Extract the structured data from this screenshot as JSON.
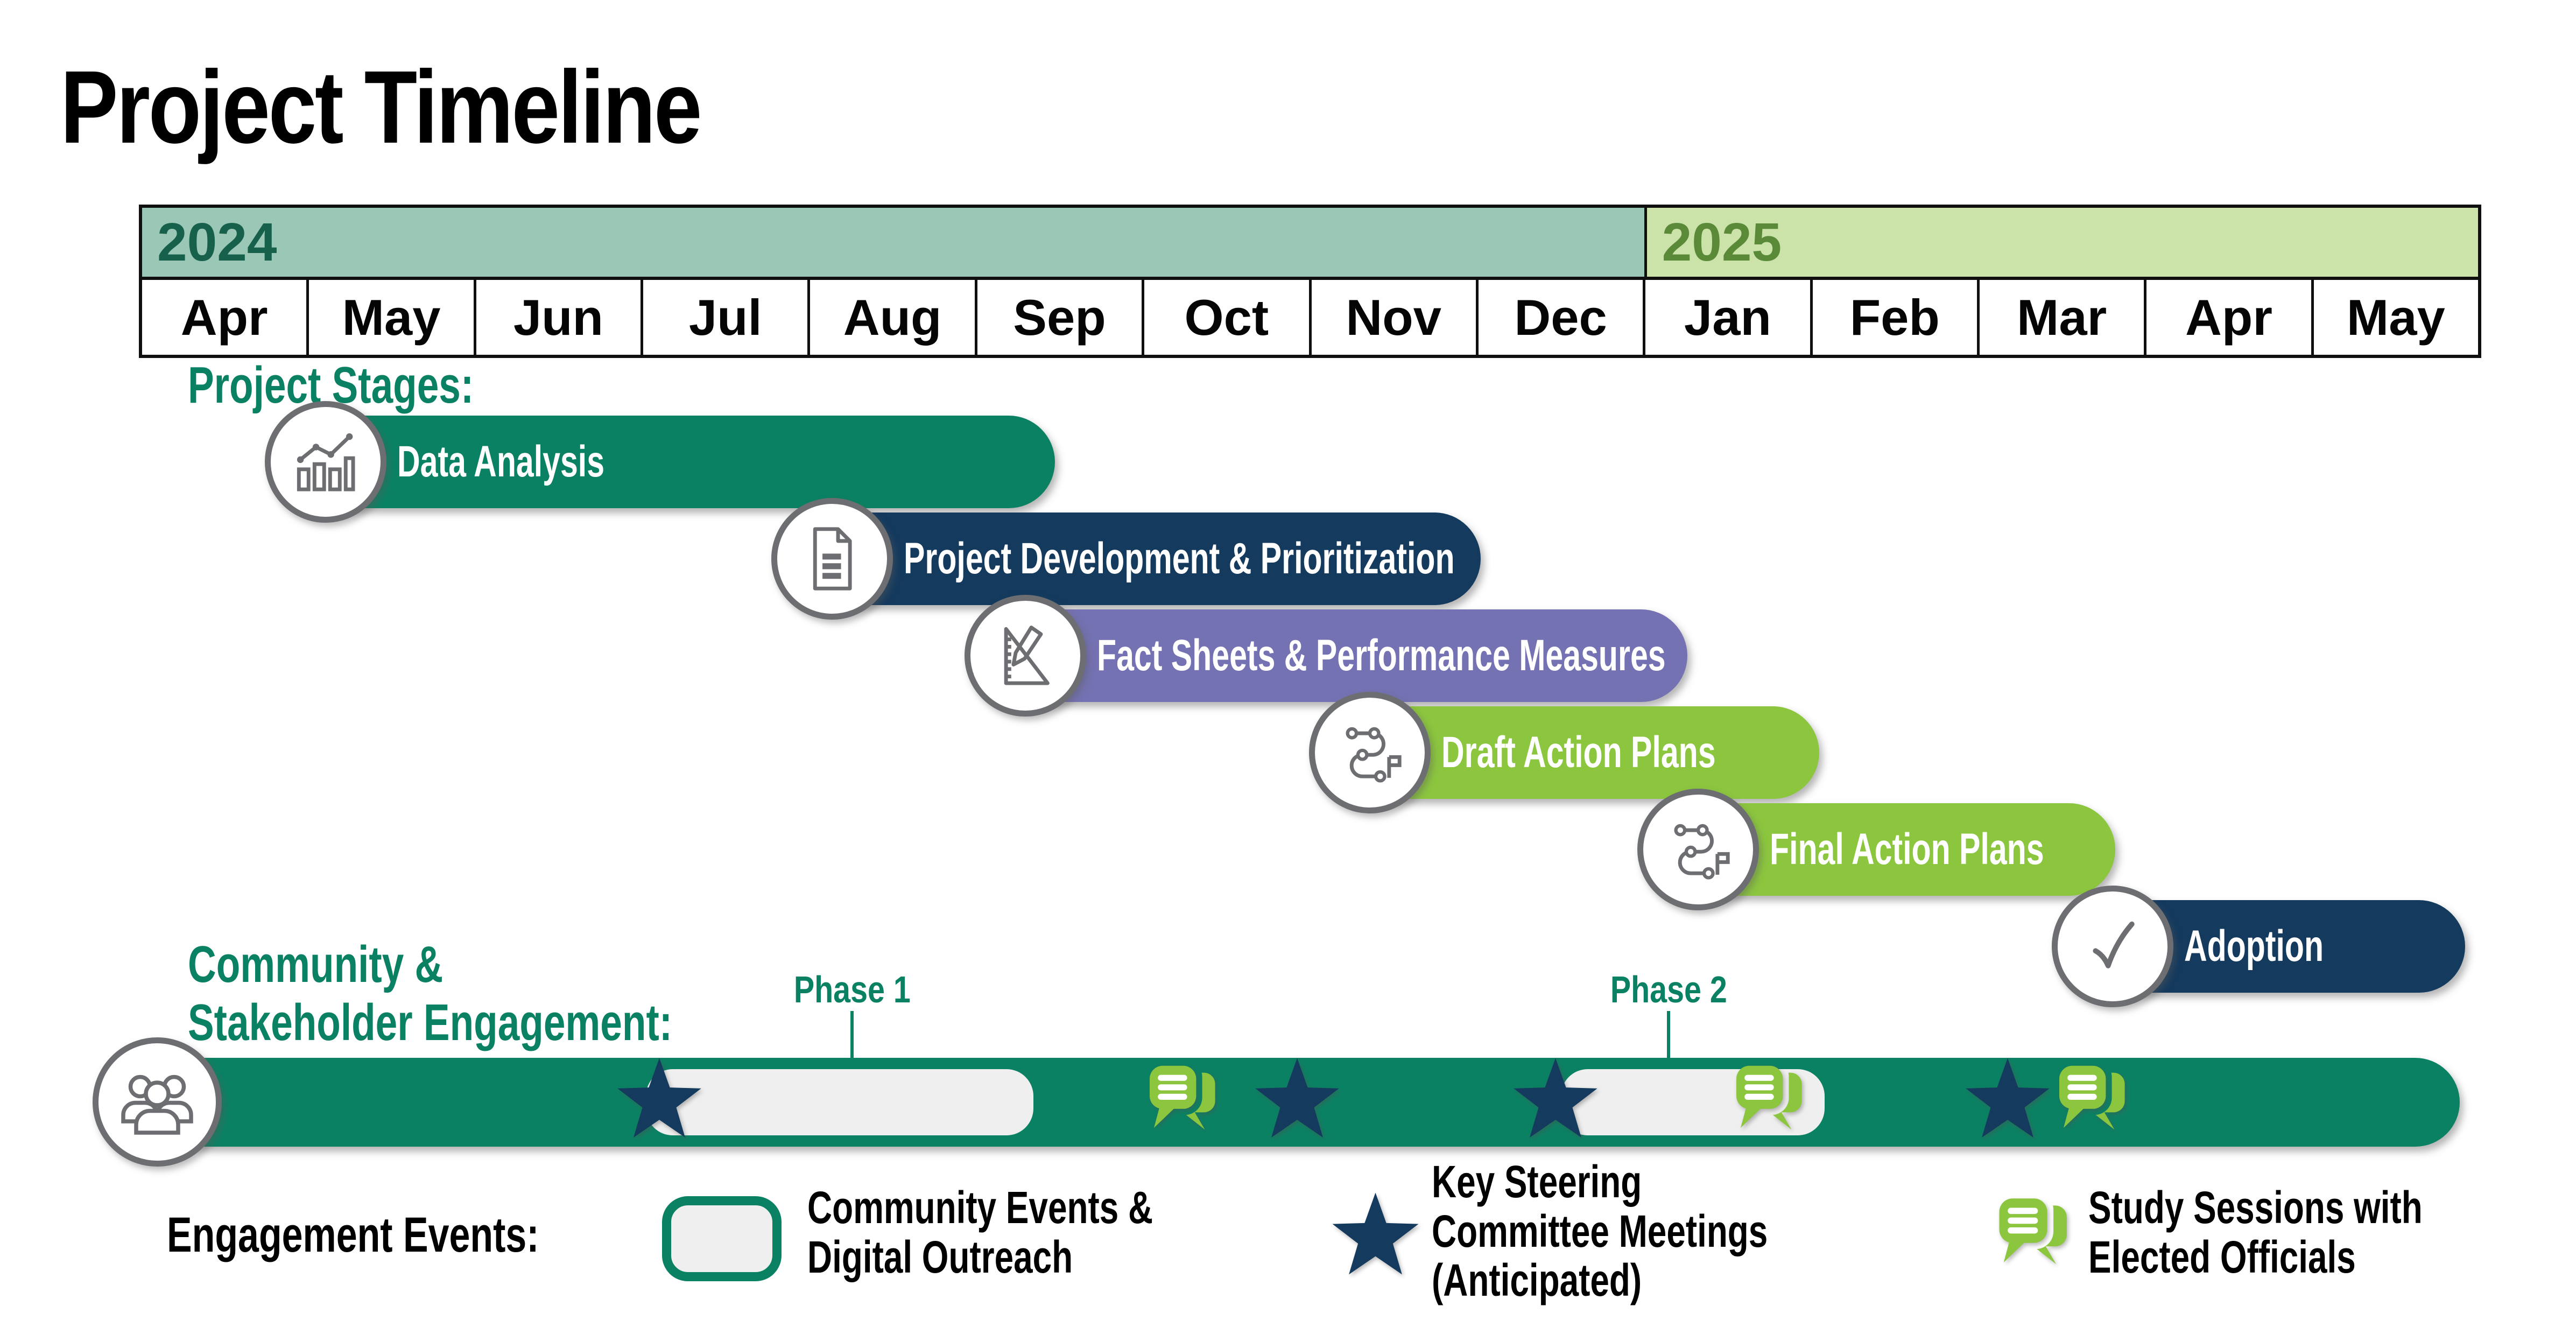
{
  "title": "Project Timeline",
  "colors": {
    "teal": "#0B8163",
    "navy": "#143A5E",
    "purple": "#7572B3",
    "lime": "#8CC63F",
    "band_2024_bg": "#9AC7B6",
    "band_2024_text": "#17604C",
    "band_2025_bg": "#CBE3A9",
    "band_2025_text": "#5A8A38",
    "icon_gray": "#6D6E71",
    "light_fill": "#EFEFEF",
    "heading_teal": "#0B8163",
    "black": "#000000"
  },
  "timeline": {
    "years": [
      {
        "label": "2024"
      },
      {
        "label": "2025"
      }
    ],
    "months": [
      "Apr",
      "May",
      "Jun",
      "Jul",
      "Aug",
      "Sep",
      "Oct",
      "Nov",
      "Dec",
      "Jan",
      "Feb",
      "Mar",
      "Apr",
      "May"
    ]
  },
  "stages": {
    "heading": "Project Stages:",
    "items": [
      {
        "label": "Data Analysis",
        "color": "#0B8163",
        "icon": "bar-chart-icon",
        "start": "Apr 2024",
        "end": "Sep 2024"
      },
      {
        "label": "Project Development & Prioritization",
        "color": "#143A5E",
        "icon": "document-icon",
        "start": "Aug 2024",
        "end": "Dec 2024"
      },
      {
        "label": "Fact Sheets & Performance Measures",
        "color": "#7572B3",
        "icon": "ruler-pencil-icon",
        "start": "Sep 2024",
        "end": "Jan 2025"
      },
      {
        "label": "Draft Action Plans",
        "color": "#8CC63F",
        "icon": "route-flag-icon",
        "start": "Nov 2024",
        "end": "Feb 2025"
      },
      {
        "label": "Final Action Plans",
        "color": "#8CC63F",
        "icon": "route-flag-icon",
        "start": "Jan 2025",
        "end": "Mar 2025"
      },
      {
        "label": "Adoption",
        "color": "#143A5E",
        "icon": "checkmark-icon",
        "start": "Mar 2025",
        "end": "May 2025"
      }
    ]
  },
  "engagement": {
    "heading": [
      "Community &",
      "Stakeholder Engagement:"
    ],
    "phases": [
      {
        "label": "Phase 1"
      },
      {
        "label": "Phase 2"
      }
    ],
    "markers": [
      "star",
      "speech-bubbles",
      "star",
      "star",
      "speech-bubbles",
      "star",
      "speech-bubbles"
    ]
  },
  "legend": {
    "heading": "Engagement Events:",
    "items": [
      {
        "icon": "community-events-swatch",
        "lines": [
          "Community Events &",
          "Digital Outreach",
          ""
        ]
      },
      {
        "icon": "star",
        "lines": [
          "Key Steering",
          "Committee Meetings",
          "(Anticipated)"
        ]
      },
      {
        "icon": "speech-bubbles",
        "lines": [
          "Study Sessions with",
          "Elected Officials",
          ""
        ]
      }
    ]
  }
}
